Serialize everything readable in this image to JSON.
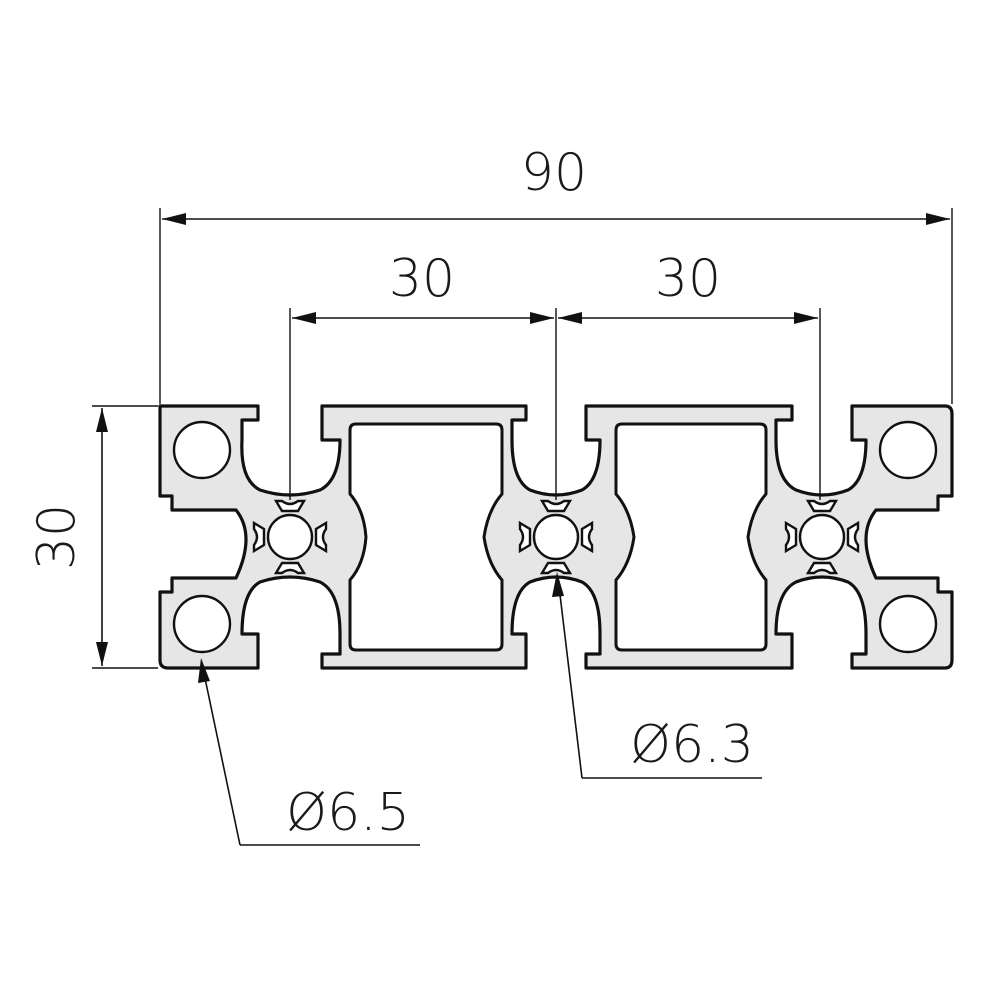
{
  "drawing": {
    "dimensions": {
      "overall_width": "90",
      "pitch_left": "30",
      "pitch_right": "30",
      "height": "30",
      "corner_hole_diameter": "Ø6.5",
      "core_hole_diameter": "Ø6.3"
    },
    "colors": {
      "profile_fill": "#e6e6e6",
      "outline": "#111111",
      "background": "#ffffff"
    }
  }
}
